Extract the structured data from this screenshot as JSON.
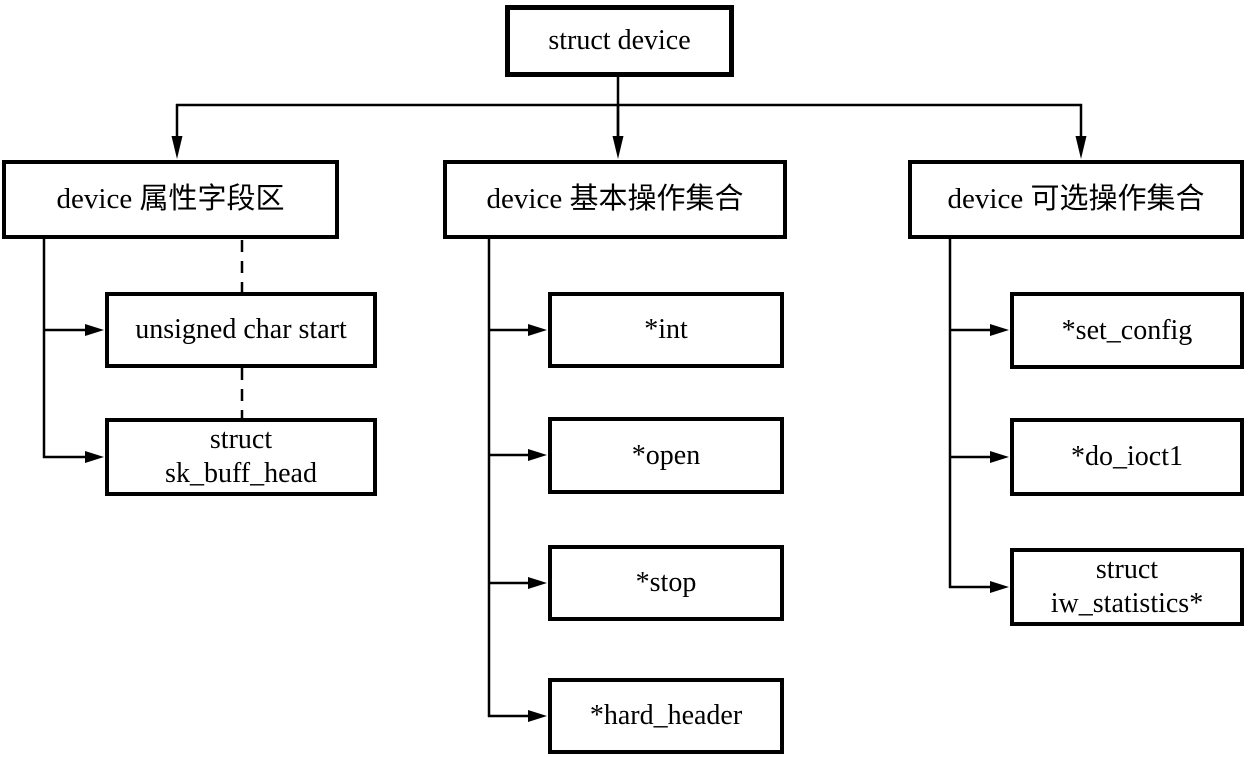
{
  "root": {
    "label": "struct device"
  },
  "groups": [
    {
      "label": "device 属性字段区",
      "children": [
        {
          "label": "unsigned char start"
        },
        {
          "label": "struct\nsk_buff_head"
        }
      ]
    },
    {
      "label": "device 基本操作集合",
      "children": [
        {
          "label": "*int"
        },
        {
          "label": "*open"
        },
        {
          "label": "*stop"
        },
        {
          "label": "*hard_header"
        }
      ]
    },
    {
      "label": "device 可选操作集合",
      "children": [
        {
          "label": "*set_config"
        },
        {
          "label": "*do_ioct1"
        },
        {
          "label": "struct\niw_statistics*"
        }
      ]
    }
  ],
  "colors": {
    "line": "#000000",
    "background": "#ffffff",
    "text": "#000000"
  }
}
